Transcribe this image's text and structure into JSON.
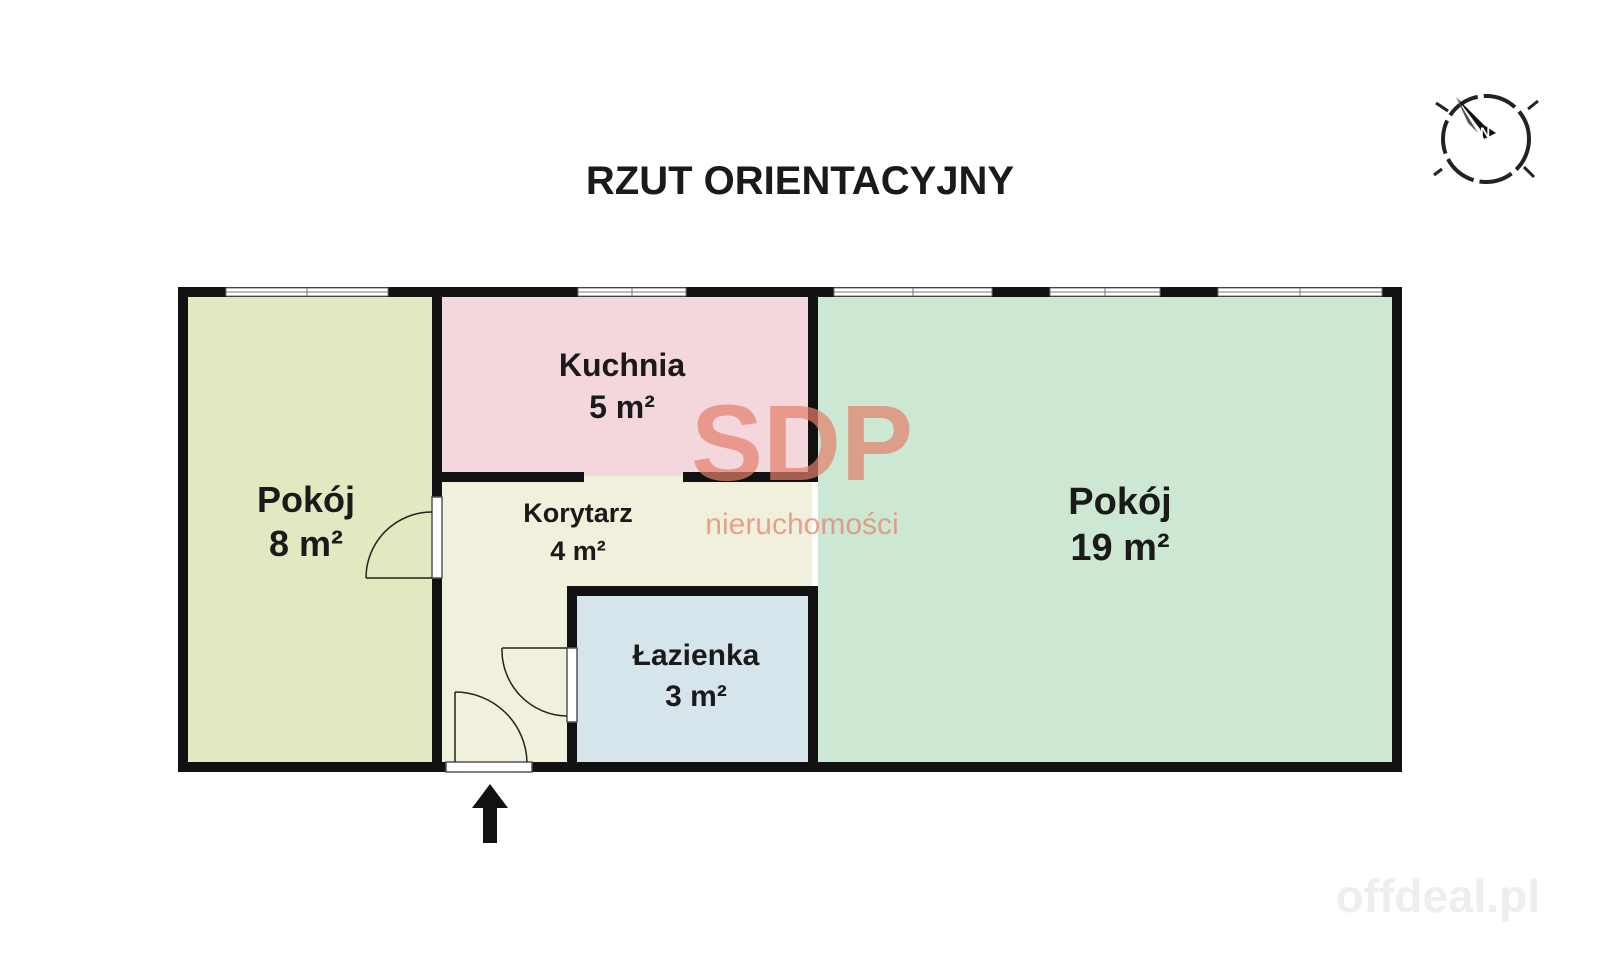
{
  "title": "RZUT ORIENTACYJNY",
  "rooms": [
    {
      "id": "pokoj-small",
      "name": "Pokój",
      "area": "8 m²",
      "color": "#e1e9c1"
    },
    {
      "id": "kuchnia",
      "name": "Kuchnia",
      "area": "5 m²",
      "color": "#f3d7dd"
    },
    {
      "id": "korytarz",
      "name": "Korytarz",
      "area": "4 m²",
      "color": "#f1f0dc"
    },
    {
      "id": "lazienka",
      "name": "Łazienka",
      "area": "3 m²",
      "color": "#d6e4ec"
    },
    {
      "id": "pokoj-large",
      "name": "Pokój",
      "area": "19 m²",
      "color": "#cce8d2"
    }
  ],
  "watermark": {
    "logo": "SDP",
    "subtitle": "nieruchomości",
    "color": "#e57f6b"
  },
  "corner_watermark": "offdeal.pl",
  "compass": {
    "icon": "compass-icon",
    "pointing": "north-west"
  },
  "entrance": {
    "icon": "entrance-arrow-icon",
    "direction": "up"
  },
  "colors": {
    "wall": "#111111",
    "window": "#ffffff"
  }
}
